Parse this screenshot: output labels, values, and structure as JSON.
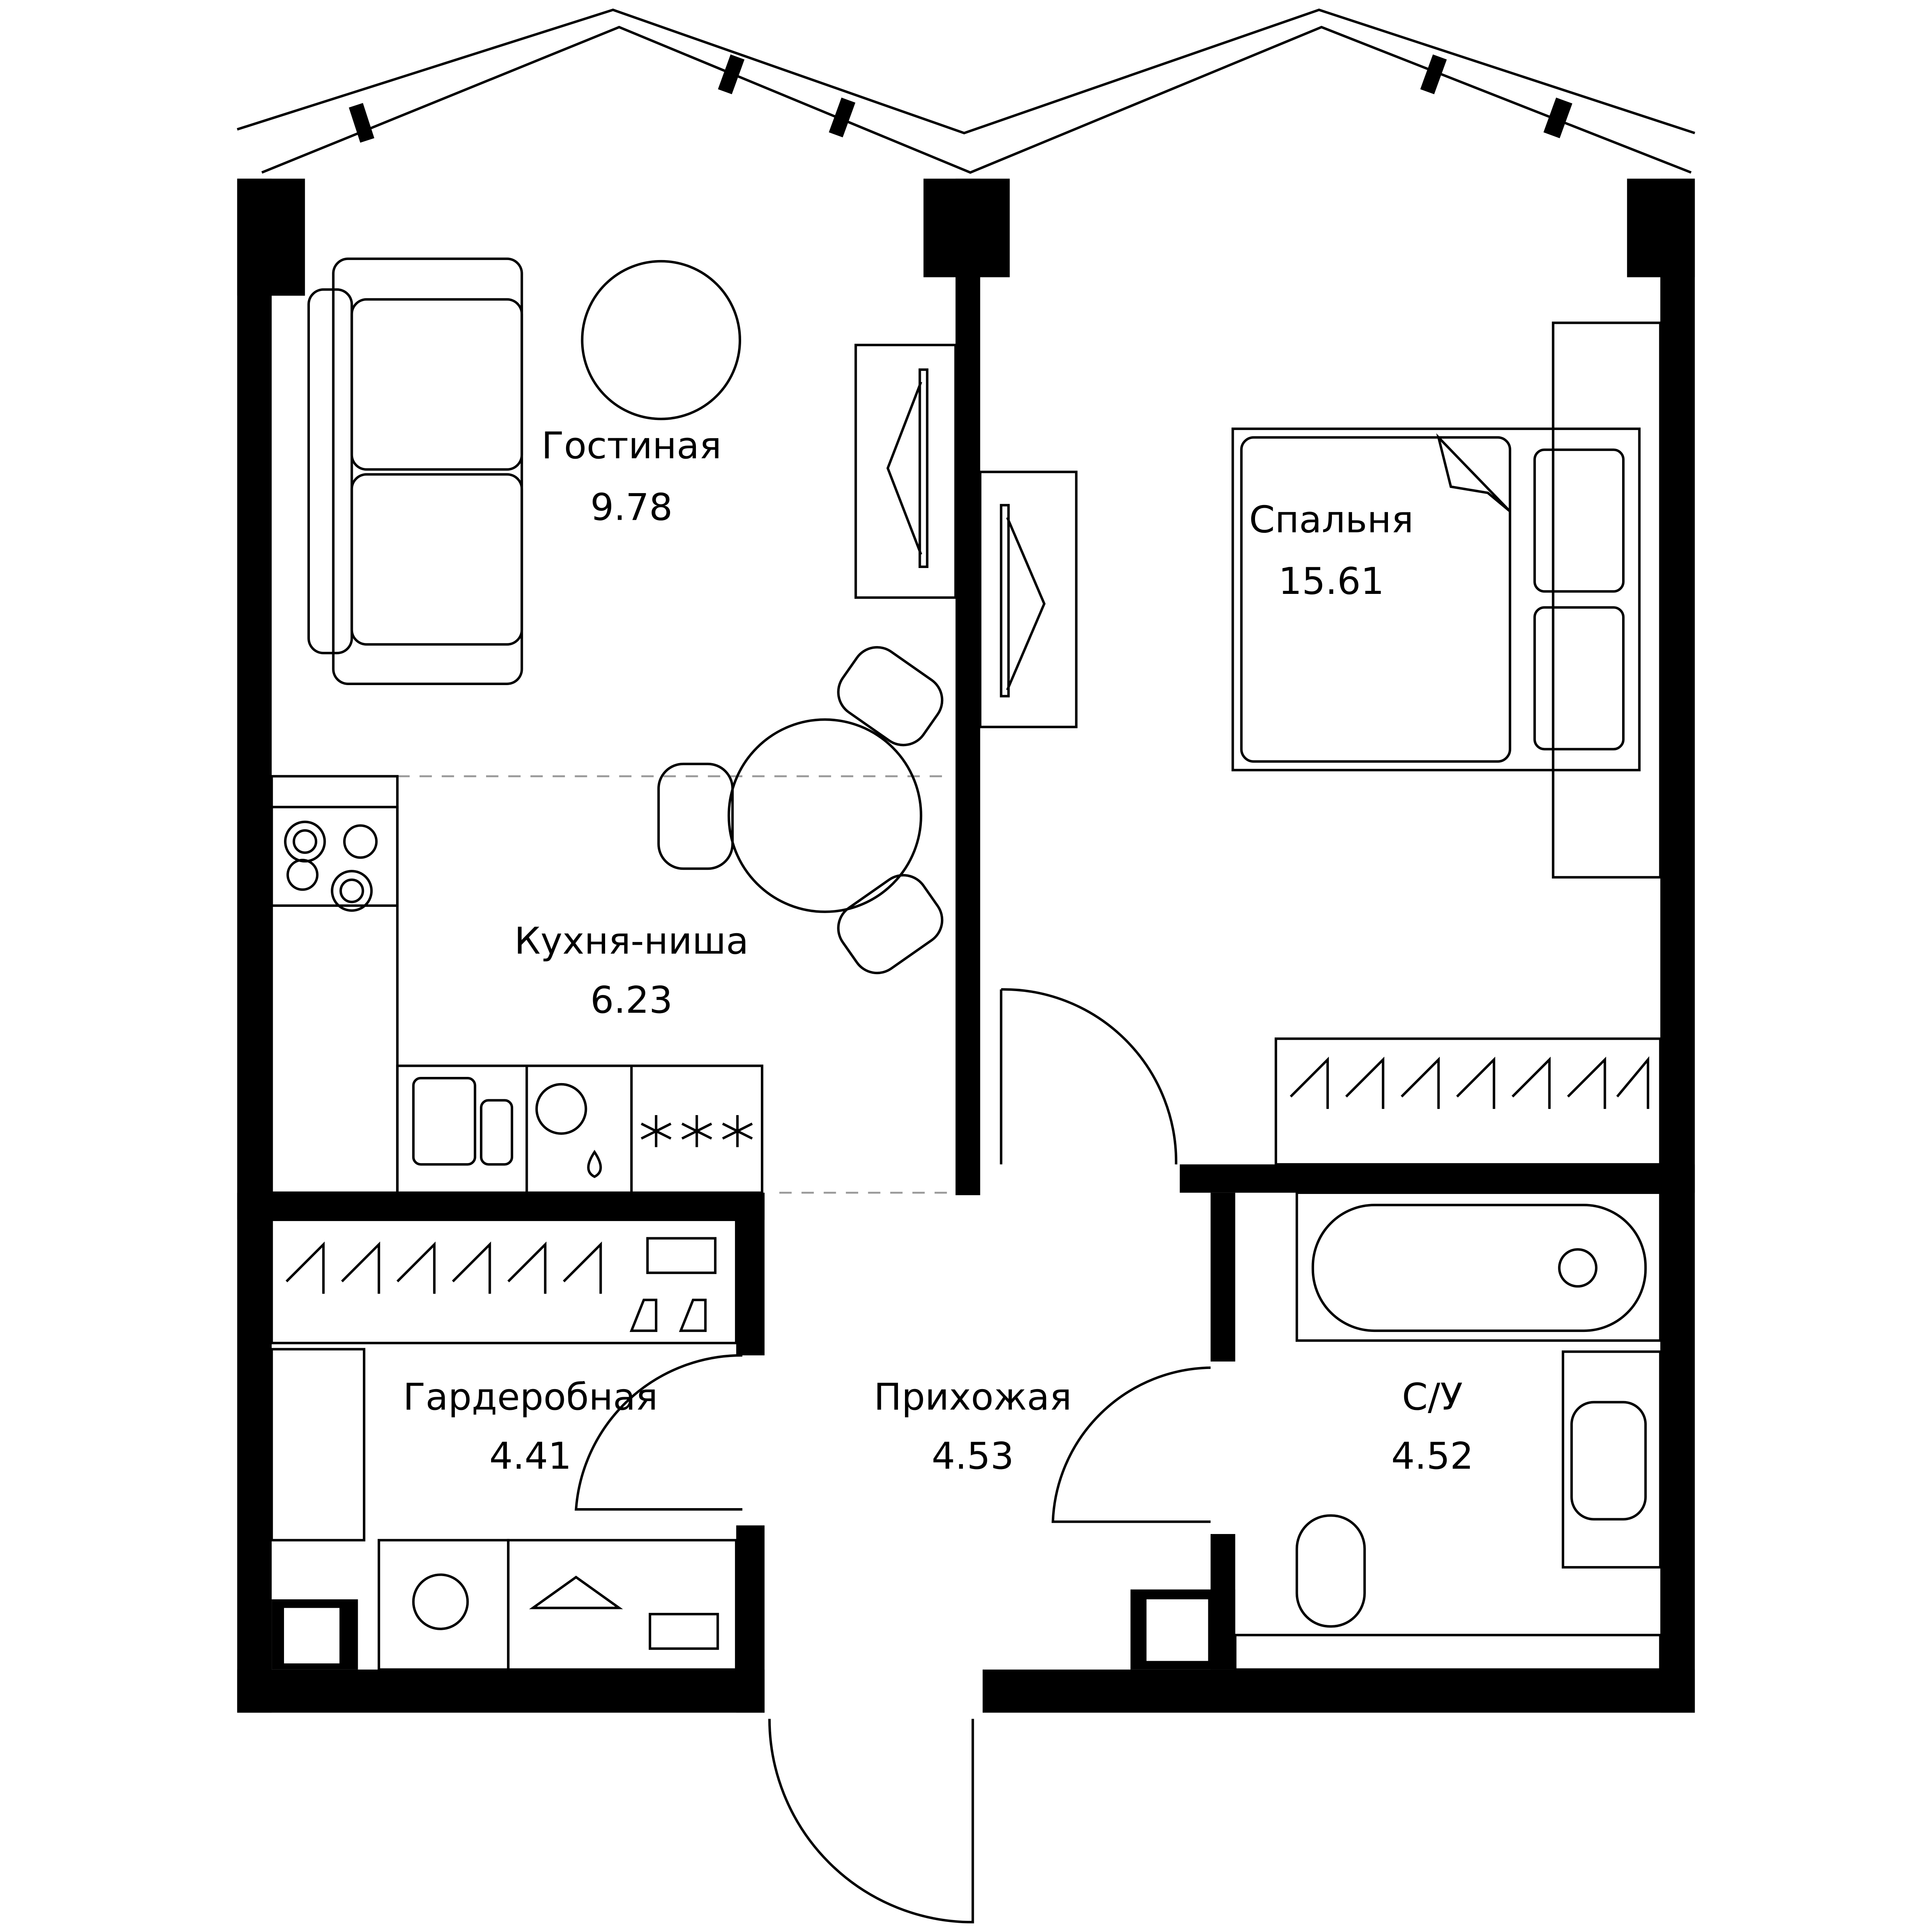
{
  "plan": {
    "rooms": [
      {
        "name": "Гостиная",
        "area": "9.78"
      },
      {
        "name": "Спальня",
        "area": "15.61"
      },
      {
        "name": "Кухня-ниша",
        "area": "6.23"
      },
      {
        "name": "Гардеробная",
        "area": "4.41"
      },
      {
        "name": "Прихожая",
        "area": "4.53"
      },
      {
        "name": "С/У",
        "area": "4.52"
      }
    ],
    "colors": {
      "wall": "#000000",
      "background": "#ffffff",
      "zone_divider": "#999999"
    }
  }
}
